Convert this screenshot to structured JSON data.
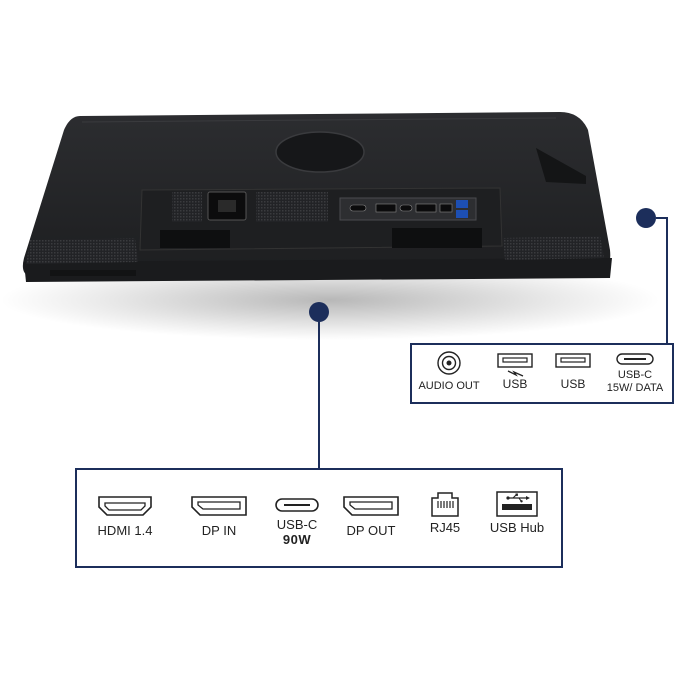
{
  "colors": {
    "accent": "#1c2e5b",
    "monitor_body": "#262729",
    "icon_stroke": "#222222"
  },
  "callout_right": {
    "ports": [
      {
        "label": "AUDIO OUT",
        "icon": "audio-jack-icon"
      },
      {
        "label": "USB",
        "icon": "usb-fast-charge-icon"
      },
      {
        "label": "USB",
        "icon": "usb-a-icon"
      },
      {
        "line1": "USB-C",
        "line2": "15W/ DATA",
        "icon": "usb-c-icon"
      }
    ]
  },
  "callout_bottom": {
    "ports": [
      {
        "label": "HDMI 1.4",
        "icon": "hdmi-icon"
      },
      {
        "label": "DP IN",
        "icon": "displayport-icon"
      },
      {
        "line1": "USB-C",
        "line2": "90W",
        "icon": "usb-c-icon"
      },
      {
        "label": "DP OUT",
        "icon": "displayport-icon"
      },
      {
        "label": "RJ45",
        "icon": "rj45-icon"
      },
      {
        "label": "USB Hub",
        "icon": "usb-hub-icon"
      }
    ]
  }
}
